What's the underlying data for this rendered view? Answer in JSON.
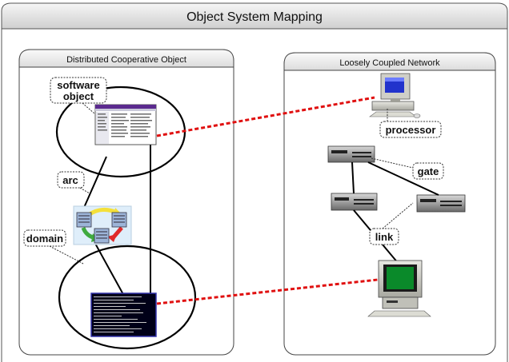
{
  "title": "Object System Mapping",
  "panels": {
    "left_title": "Distributed Cooperative Object",
    "right_title": "Loosely Coupled Network"
  },
  "callouts": {
    "software_line1": "software",
    "software_line2": "object",
    "arc": "arc",
    "domain": "domain",
    "processor": "processor",
    "gate": "gate",
    "link": "link"
  },
  "colors": {
    "mapping_line": "#e01010",
    "panel_border": "#404040",
    "title_bar_top": "#f4f4f4",
    "title_bar_bottom": "#c8c8c8",
    "screen_green": "#0a8a2a",
    "screen_blue": "#2233cc"
  },
  "icons": [
    "window-screenshot",
    "terminal-screenshot",
    "domain-arc-icon",
    "desktop-computer-icon",
    "server-icon",
    "workstation-icon"
  ]
}
